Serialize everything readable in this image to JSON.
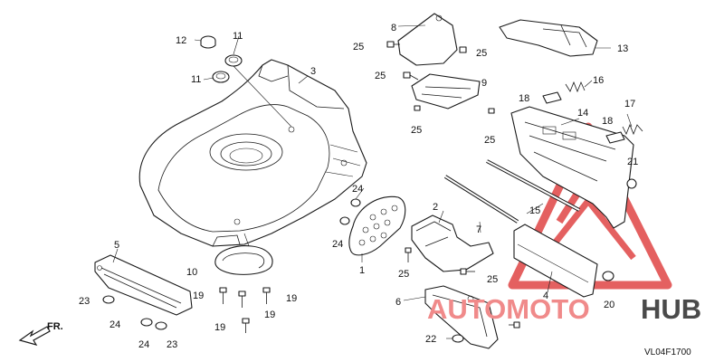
{
  "diagram_code": "VL04F1700",
  "front_indicator": "FR.",
  "watermark": {
    "text_left": "AUTOMOTO",
    "text_right": "HUB",
    "color_left": "#f08a8a",
    "color_right": "#4a4a4a",
    "triangle_color": "#e04545"
  },
  "callouts": [
    {
      "id": "c1",
      "text": "1"
    },
    {
      "id": "c2",
      "text": "2"
    },
    {
      "id": "c3",
      "text": "3"
    },
    {
      "id": "c4",
      "text": "4"
    },
    {
      "id": "c5",
      "text": "5"
    },
    {
      "id": "c6",
      "text": "6"
    },
    {
      "id": "c7",
      "text": "7"
    },
    {
      "id": "c8",
      "text": "8"
    },
    {
      "id": "c9",
      "text": "9"
    },
    {
      "id": "c10",
      "text": "10"
    },
    {
      "id": "c11a",
      "text": "11"
    },
    {
      "id": "c11b",
      "text": "11"
    },
    {
      "id": "c12",
      "text": "12"
    },
    {
      "id": "c13",
      "text": "13"
    },
    {
      "id": "c14",
      "text": "14"
    },
    {
      "id": "c15",
      "text": "15"
    },
    {
      "id": "c16",
      "text": "16"
    },
    {
      "id": "c17",
      "text": "17"
    },
    {
      "id": "c18a",
      "text": "18"
    },
    {
      "id": "c18b",
      "text": "18"
    },
    {
      "id": "c19a",
      "text": "19"
    },
    {
      "id": "c19b",
      "text": "19"
    },
    {
      "id": "c19c",
      "text": "19"
    },
    {
      "id": "c19d",
      "text": "19"
    },
    {
      "id": "c20",
      "text": "20"
    },
    {
      "id": "c21",
      "text": "21"
    },
    {
      "id": "c22",
      "text": "22"
    },
    {
      "id": "c23a",
      "text": "23"
    },
    {
      "id": "c23b",
      "text": "23"
    },
    {
      "id": "c24a",
      "text": "24"
    },
    {
      "id": "c24b",
      "text": "24"
    },
    {
      "id": "c24c",
      "text": "24"
    },
    {
      "id": "c24d",
      "text": "24"
    },
    {
      "id": "c25a",
      "text": "25"
    },
    {
      "id": "c25b",
      "text": "25"
    },
    {
      "id": "c25c",
      "text": "25"
    },
    {
      "id": "c25d",
      "text": "25"
    },
    {
      "id": "c25e",
      "text": "25"
    },
    {
      "id": "c25f",
      "text": "25"
    },
    {
      "id": "c25g",
      "text": "25"
    }
  ]
}
